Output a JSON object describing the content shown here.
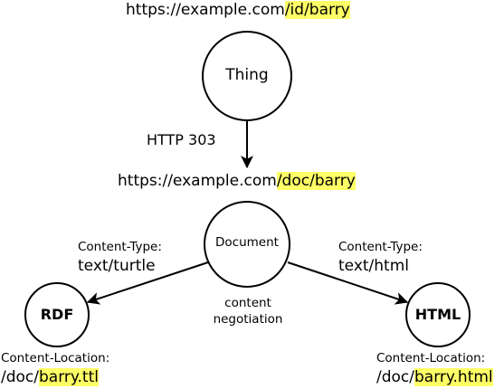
{
  "thing": {
    "uri_prefix": "https://example.com",
    "uri_highlight": "/id/barry",
    "label": "Thing"
  },
  "redirect": {
    "label": "HTTP 303"
  },
  "document": {
    "uri_prefix": "https://example.com",
    "uri_highlight": "/doc/barry",
    "label": "Document",
    "note_line1": "content",
    "note_line2": "negotiation"
  },
  "rdf": {
    "label": "RDF",
    "content_type_label": "Content-Type:",
    "content_type_value": "text/turtle",
    "location_label": "Content-Location:",
    "location_prefix": "/doc/",
    "location_highlight": "barry.ttl"
  },
  "html": {
    "label": "HTML",
    "content_type_label": "Content-Type:",
    "content_type_value": "text/html",
    "location_label": "Content-Location:",
    "location_prefix": "/doc/",
    "location_highlight": "barry.html"
  },
  "colors": {
    "highlight": "#ffff66",
    "stroke": "#000000"
  }
}
